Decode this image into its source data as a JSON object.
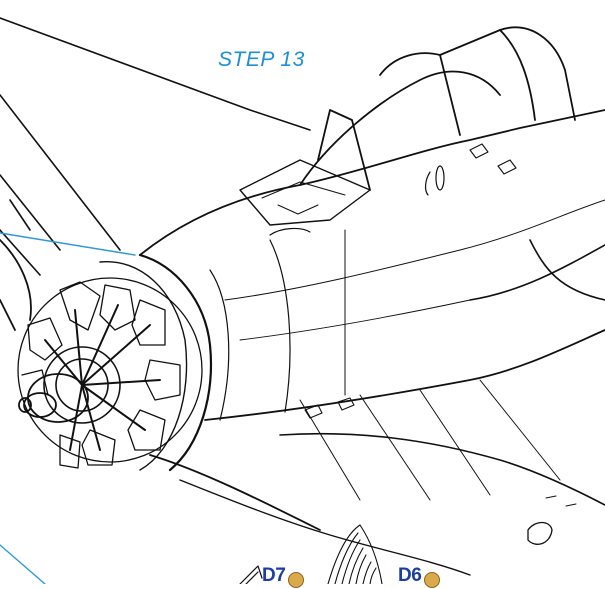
{
  "step": {
    "title": "STEP 13"
  },
  "parts": [
    {
      "id": "D7"
    },
    {
      "id": "D6"
    }
  ],
  "colors": {
    "step_title": "#1d8fd6",
    "part_label": "#1b3fa0",
    "part_badge": "#d9a94a",
    "callout_line": "#2a9ad8",
    "lines": "#111111"
  }
}
